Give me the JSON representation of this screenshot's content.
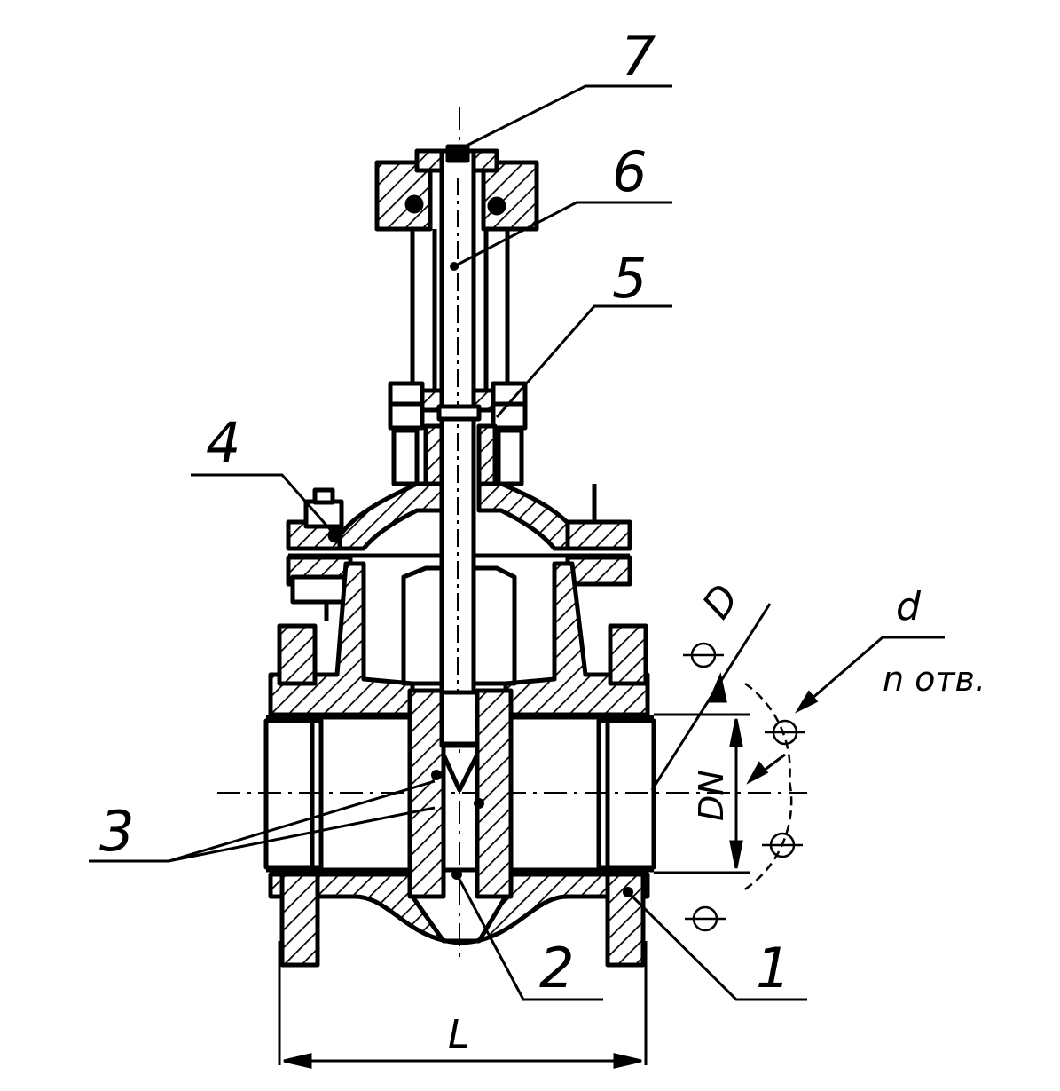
{
  "diagram": {
    "callouts": [
      "7",
      "6",
      "5",
      "4",
      "3",
      "2",
      "1"
    ],
    "dimension_labels": {
      "length": "L",
      "diameter": "D",
      "nominal_diameter": "DN",
      "hole_diameter": "d",
      "hole_count": "n отв."
    }
  }
}
